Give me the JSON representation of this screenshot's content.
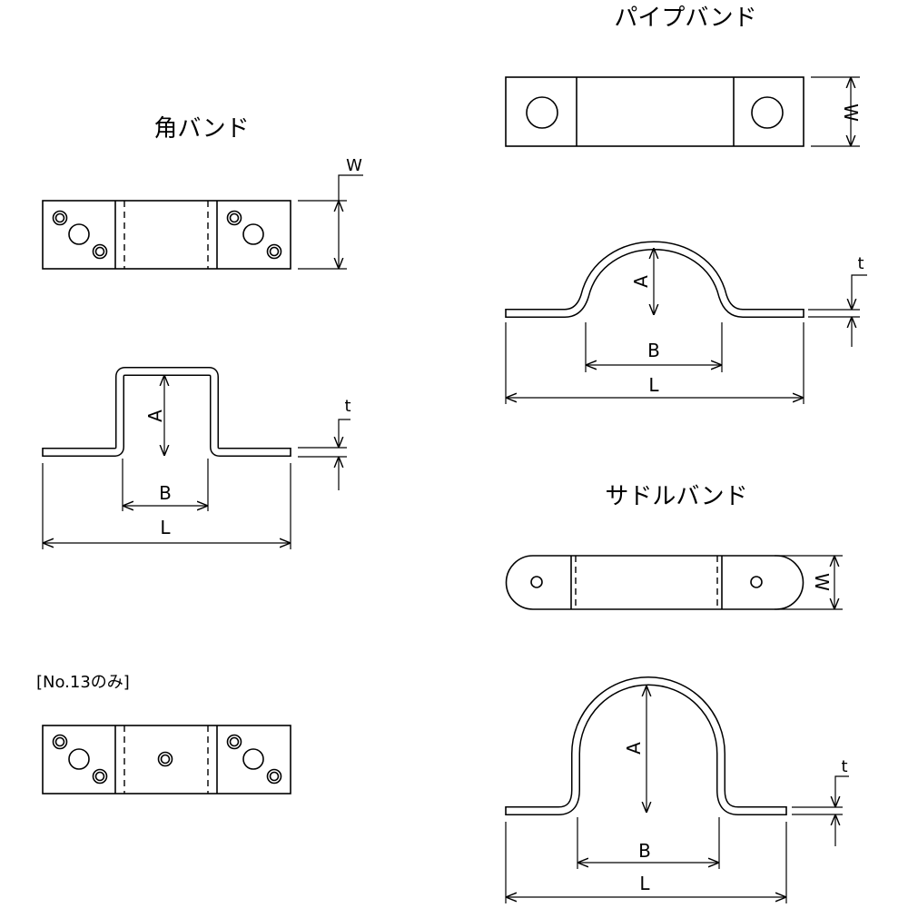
{
  "titles": {
    "kaku": "角バンド",
    "pipe": "パイプバンド",
    "saddle": "サドルバンド"
  },
  "note": "[No.13のみ]",
  "dims": {
    "W": "W",
    "A": "A",
    "B": "B",
    "L": "L",
    "t": "t"
  }
}
